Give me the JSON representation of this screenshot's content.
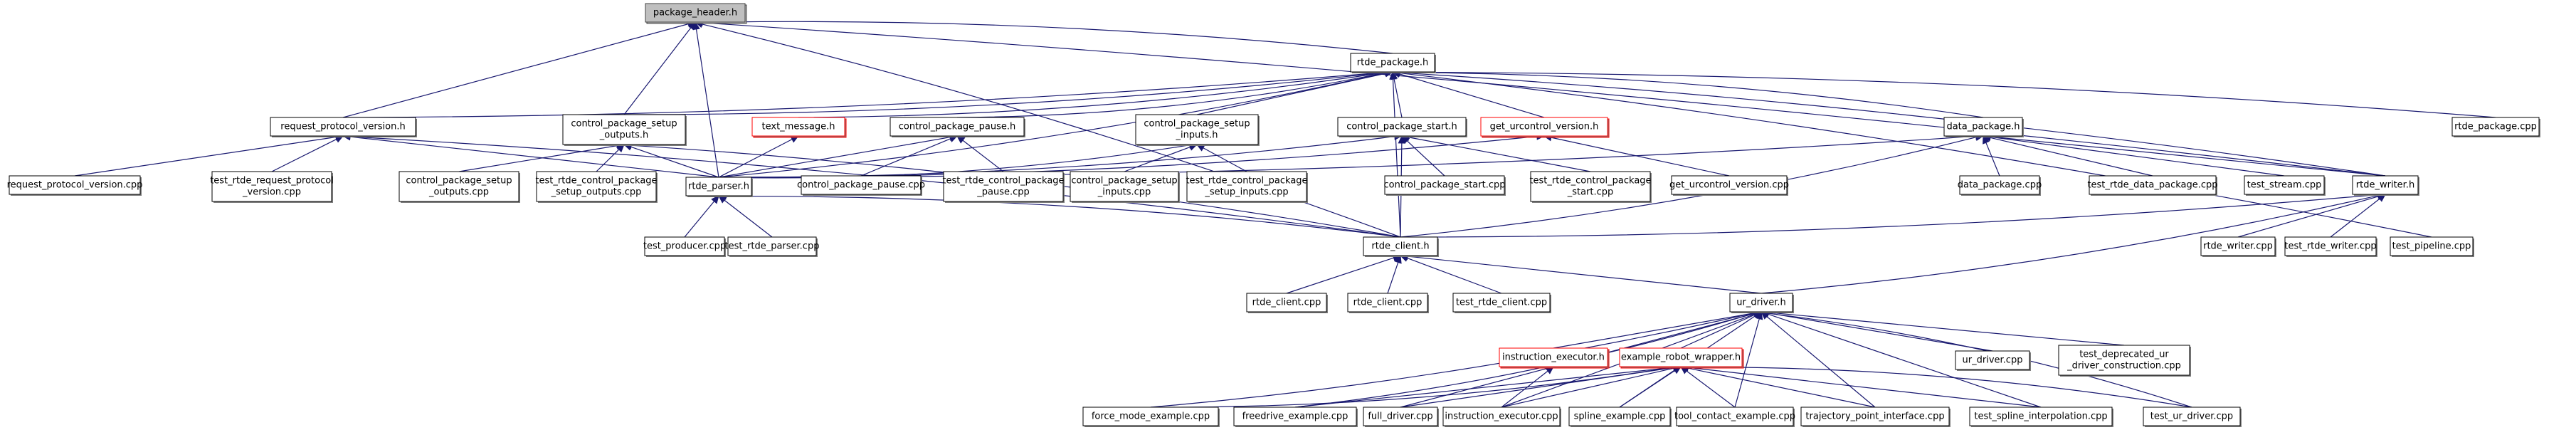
{
  "title": "package_header.h include dependency graph",
  "colors": {
    "edge": "#191970",
    "node_border": "#000000",
    "root_fill": "#bfbfbf",
    "truncated_border": "#ff0000"
  },
  "nodes": [
    {
      "id": "package_header_h",
      "label": [
        "package_header.h"
      ],
      "kind": "root"
    },
    {
      "id": "rtde_package_h",
      "label": [
        "rtde_package.h"
      ]
    },
    {
      "id": "request_protocol_version_h",
      "label": [
        "request_protocol_version.h"
      ]
    },
    {
      "id": "control_package_setup_outputs_h",
      "label": [
        "control_package_setup",
        "_outputs.h"
      ]
    },
    {
      "id": "text_message_h",
      "label": [
        "text_message.h"
      ],
      "kind": "truncated"
    },
    {
      "id": "control_package_pause_h",
      "label": [
        "control_package_pause.h"
      ]
    },
    {
      "id": "control_package_setup_inputs_h",
      "label": [
        "control_package_setup",
        "_inputs.h"
      ]
    },
    {
      "id": "control_package_start_h",
      "label": [
        "control_package_start.h"
      ]
    },
    {
      "id": "get_urcontrol_version_h",
      "label": [
        "get_urcontrol_version.h"
      ],
      "kind": "truncated"
    },
    {
      "id": "data_package_h",
      "label": [
        "data_package.h"
      ]
    },
    {
      "id": "rtde_package_cpp",
      "label": [
        "rtde_package.cpp"
      ]
    },
    {
      "id": "request_protocol_version_cpp",
      "label": [
        "request_protocol_version.cpp"
      ]
    },
    {
      "id": "test_rtde_request_protocol_version_cpp",
      "label": [
        "test_rtde_request_protocol",
        "_version.cpp"
      ]
    },
    {
      "id": "control_package_setup_outputs_cpp",
      "label": [
        "control_package_setup",
        "_outputs.cpp"
      ]
    },
    {
      "id": "test_rtde_control_package_setup_outputs_cpp",
      "label": [
        "test_rtde_control_package",
        "_setup_outputs.cpp"
      ]
    },
    {
      "id": "rtde_parser_h",
      "label": [
        "rtde_parser.h"
      ]
    },
    {
      "id": "control_package_pause_cpp",
      "label": [
        "control_package_pause.cpp"
      ]
    },
    {
      "id": "test_rtde_control_package_pause_cpp",
      "label": [
        "test_rtde_control_package",
        "_pause.cpp"
      ]
    },
    {
      "id": "control_package_setup_inputs_cpp",
      "label": [
        "control_package_setup",
        "_inputs.cpp"
      ]
    },
    {
      "id": "test_rtde_control_package_setup_inputs_cpp",
      "label": [
        "test_rtde_control_package",
        "_setup_inputs.cpp"
      ]
    },
    {
      "id": "control_package_start_cpp",
      "label": [
        "control_package_start.cpp"
      ]
    },
    {
      "id": "test_rtde_control_package_start_cpp",
      "label": [
        "test_rtde_control_package",
        "_start.cpp"
      ]
    },
    {
      "id": "get_urcontrol_version_cpp",
      "label": [
        "get_urcontrol_version.cpp"
      ]
    },
    {
      "id": "data_package_cpp",
      "label": [
        "data_package.cpp"
      ]
    },
    {
      "id": "test_rtde_data_package_cpp",
      "label": [
        "test_rtde_data_package.cpp"
      ]
    },
    {
      "id": "test_stream_cpp",
      "label": [
        "test_stream.cpp"
      ]
    },
    {
      "id": "rtde_writer_h",
      "label": [
        "rtde_writer.h"
      ]
    },
    {
      "id": "test_producer_cpp",
      "label": [
        "test_producer.cpp"
      ]
    },
    {
      "id": "test_rtde_parser_cpp",
      "label": [
        "test_rtde_parser.cpp"
      ]
    },
    {
      "id": "rtde_client_h",
      "label": [
        "rtde_client.h"
      ]
    },
    {
      "id": "rtde_writer_cpp",
      "label": [
        "rtde_writer.cpp"
      ]
    },
    {
      "id": "test_rtde_writer_cpp",
      "label": [
        "test_rtde_writer.cpp"
      ]
    },
    {
      "id": "test_pipeline_cpp",
      "label": [
        "test_pipeline.cpp"
      ]
    },
    {
      "id": "rtde_client_cpp_1",
      "label": [
        "rtde_client.cpp"
      ]
    },
    {
      "id": "rtde_client_cpp_2",
      "label": [
        "rtde_client.cpp"
      ]
    },
    {
      "id": "test_rtde_client_cpp",
      "label": [
        "test_rtde_client.cpp"
      ]
    },
    {
      "id": "ur_driver_h",
      "label": [
        "ur_driver.h"
      ]
    },
    {
      "id": "instruction_executor_h",
      "label": [
        "instruction_executor.h"
      ],
      "kind": "truncated"
    },
    {
      "id": "example_robot_wrapper_h",
      "label": [
        "example_robot_wrapper.h"
      ],
      "kind": "truncated"
    },
    {
      "id": "ur_driver_cpp",
      "label": [
        "ur_driver.cpp"
      ]
    },
    {
      "id": "test_deprecated_ur_driver_construction_cpp",
      "label": [
        "test_deprecated_ur",
        "_driver_construction.cpp"
      ]
    },
    {
      "id": "force_mode_example_cpp",
      "label": [
        "force_mode_example.cpp"
      ]
    },
    {
      "id": "freedrive_example_cpp",
      "label": [
        "freedrive_example.cpp"
      ]
    },
    {
      "id": "full_driver_cpp",
      "label": [
        "full_driver.cpp"
      ]
    },
    {
      "id": "instruction_executor_cpp",
      "label": [
        "instruction_executor.cpp"
      ]
    },
    {
      "id": "spline_example_cpp",
      "label": [
        "spline_example.cpp"
      ]
    },
    {
      "id": "tool_contact_example_cpp",
      "label": [
        "tool_contact_example.cpp"
      ]
    },
    {
      "id": "trajectory_point_interface_cpp",
      "label": [
        "trajectory_point_interface.cpp"
      ]
    },
    {
      "id": "test_spline_interpolation_cpp",
      "label": [
        "test_spline_interpolation.cpp"
      ]
    },
    {
      "id": "test_ur_driver_cpp",
      "label": [
        "test_ur_driver.cpp"
      ]
    }
  ],
  "edges": [
    [
      "rtde_package_h",
      "package_header_h"
    ],
    [
      "request_protocol_version_h",
      "package_header_h"
    ],
    [
      "control_package_setup_outputs_h",
      "package_header_h"
    ],
    [
      "rtde_parser_h",
      "package_header_h"
    ],
    [
      "rtde_client_h",
      "package_header_h"
    ],
    [
      "rtde_writer_h",
      "package_header_h"
    ],
    [
      "request_protocol_version_h",
      "rtde_package_h"
    ],
    [
      "control_package_setup_outputs_h",
      "rtde_package_h"
    ],
    [
      "text_message_h",
      "rtde_package_h"
    ],
    [
      "control_package_pause_h",
      "rtde_package_h"
    ],
    [
      "control_package_setup_inputs_h",
      "rtde_package_h"
    ],
    [
      "control_package_start_h",
      "rtde_package_h"
    ],
    [
      "get_urcontrol_version_h",
      "rtde_package_h"
    ],
    [
      "data_package_h",
      "rtde_package_h"
    ],
    [
      "rtde_package_cpp",
      "rtde_package_h"
    ],
    [
      "rtde_parser_h",
      "rtde_package_h"
    ],
    [
      "rtde_writer_h",
      "rtde_package_h"
    ],
    [
      "rtde_client_h",
      "rtde_package_h"
    ],
    [
      "test_pipeline_cpp",
      "rtde_package_h"
    ],
    [
      "request_protocol_version_cpp",
      "request_protocol_version_h"
    ],
    [
      "test_rtde_request_protocol_version_cpp",
      "request_protocol_version_h"
    ],
    [
      "rtde_parser_h",
      "request_protocol_version_h"
    ],
    [
      "rtde_client_h",
      "request_protocol_version_h"
    ],
    [
      "control_package_setup_outputs_cpp",
      "control_package_setup_outputs_h"
    ],
    [
      "test_rtde_control_package_setup_outputs_cpp",
      "control_package_setup_outputs_h"
    ],
    [
      "rtde_parser_h",
      "control_package_setup_outputs_h"
    ],
    [
      "rtde_client_h",
      "control_package_setup_outputs_h"
    ],
    [
      "rtde_parser_h",
      "text_message_h"
    ],
    [
      "control_package_pause_cpp",
      "control_package_pause_h"
    ],
    [
      "test_rtde_control_package_pause_cpp",
      "control_package_pause_h"
    ],
    [
      "rtde_parser_h",
      "control_package_pause_h"
    ],
    [
      "control_package_setup_inputs_cpp",
      "control_package_setup_inputs_h"
    ],
    [
      "test_rtde_control_package_setup_inputs_cpp",
      "control_package_setup_inputs_h"
    ],
    [
      "rtde_parser_h",
      "control_package_setup_inputs_h"
    ],
    [
      "control_package_start_cpp",
      "control_package_start_h"
    ],
    [
      "test_rtde_control_package_start_cpp",
      "control_package_start_h"
    ],
    [
      "rtde_parser_h",
      "control_package_start_h"
    ],
    [
      "rtde_client_h",
      "control_package_start_h"
    ],
    [
      "get_urcontrol_version_cpp",
      "get_urcontrol_version_h"
    ],
    [
      "rtde_parser_h",
      "get_urcontrol_version_h"
    ],
    [
      "data_package_cpp",
      "data_package_h"
    ],
    [
      "test_rtde_data_package_cpp",
      "data_package_h"
    ],
    [
      "test_stream_cpp",
      "data_package_h"
    ],
    [
      "rtde_writer_h",
      "data_package_h"
    ],
    [
      "rtde_parser_h",
      "data_package_h"
    ],
    [
      "rtde_client_h",
      "data_package_h"
    ],
    [
      "test_producer_cpp",
      "rtde_parser_h"
    ],
    [
      "test_rtde_parser_cpp",
      "rtde_parser_h"
    ],
    [
      "rtde_client_h",
      "rtde_parser_h"
    ],
    [
      "rtde_writer_cpp",
      "rtde_writer_h"
    ],
    [
      "test_rtde_writer_cpp",
      "rtde_writer_h"
    ],
    [
      "rtde_client_h",
      "rtde_writer_h"
    ],
    [
      "ur_driver_h",
      "rtde_writer_h"
    ],
    [
      "rtde_client_cpp_1",
      "rtde_client_h"
    ],
    [
      "rtde_client_cpp_2",
      "rtde_client_h"
    ],
    [
      "test_rtde_client_cpp",
      "rtde_client_h"
    ],
    [
      "ur_driver_h",
      "rtde_client_h"
    ],
    [
      "instruction_executor_h",
      "ur_driver_h"
    ],
    [
      "example_robot_wrapper_h",
      "ur_driver_h"
    ],
    [
      "ur_driver_cpp",
      "ur_driver_h"
    ],
    [
      "test_deprecated_ur_driver_construction_cpp",
      "ur_driver_h"
    ],
    [
      "force_mode_example_cpp",
      "ur_driver_h"
    ],
    [
      "freedrive_example_cpp",
      "ur_driver_h"
    ],
    [
      "full_driver_cpp",
      "ur_driver_h"
    ],
    [
      "instruction_executor_cpp",
      "ur_driver_h"
    ],
    [
      "spline_example_cpp",
      "ur_driver_h"
    ],
    [
      "tool_contact_example_cpp",
      "ur_driver_h"
    ],
    [
      "trajectory_point_interface_cpp",
      "ur_driver_h"
    ],
    [
      "test_spline_interpolation_cpp",
      "ur_driver_h"
    ],
    [
      "test_ur_driver_cpp",
      "ur_driver_h"
    ],
    [
      "instruction_executor_cpp",
      "instruction_executor_h"
    ],
    [
      "force_mode_example_cpp",
      "example_robot_wrapper_h"
    ],
    [
      "freedrive_example_cpp",
      "example_robot_wrapper_h"
    ],
    [
      "full_driver_cpp",
      "example_robot_wrapper_h"
    ],
    [
      "instruction_executor_cpp",
      "example_robot_wrapper_h"
    ],
    [
      "spline_example_cpp",
      "example_robot_wrapper_h"
    ],
    [
      "tool_contact_example_cpp",
      "example_robot_wrapper_h"
    ],
    [
      "trajectory_point_interface_cpp",
      "example_robot_wrapper_h"
    ],
    [
      "test_spline_interpolation_cpp",
      "example_robot_wrapper_h"
    ],
    [
      "test_ur_driver_cpp",
      "example_robot_wrapper_h"
    ]
  ]
}
